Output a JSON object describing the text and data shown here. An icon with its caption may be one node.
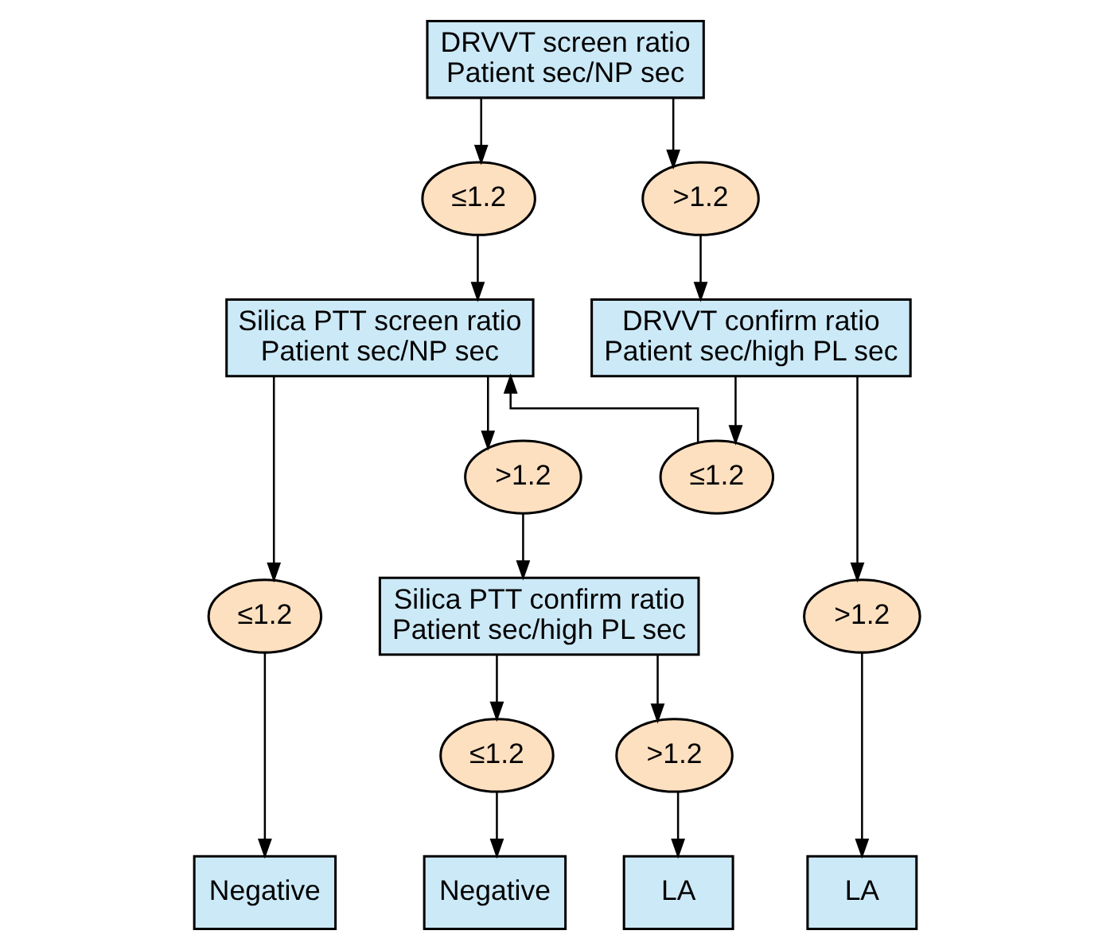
{
  "diagram": {
    "nodes": [
      {
        "text": [
          "DRVVT screen ratio",
          "Patient sec/NP sec"
        ]
      },
      {
        "text": [
          "≤1.2"
        ]
      },
      {
        "text": [
          ">1.2"
        ]
      },
      {
        "text": [
          "Silica PTT screen ratio",
          "Patient sec/NP sec"
        ]
      },
      {
        "text": [
          "≤1.2"
        ]
      },
      {
        "text": [
          ">1.2"
        ]
      },
      {
        "text": [
          "Silica PTT confirm ratio",
          "Patient sec/high PL sec"
        ]
      },
      {
        "text": [
          "DRVVT confirm ratio",
          "Patient sec/high PL sec"
        ]
      },
      {
        "text": [
          "≤1.2"
        ]
      },
      {
        "text": [
          ">1.2"
        ]
      },
      {
        "text": [
          "≤1.2"
        ]
      },
      {
        "text": [
          ">1.2"
        ]
      },
      {
        "text": [
          "Negative"
        ]
      },
      {
        "text": [
          "Negative"
        ]
      },
      {
        "text": [
          "LA"
        ]
      },
      {
        "text": [
          "LA"
        ]
      }
    ],
    "edges": [
      {
        "from": 0,
        "to": 1,
        "arrow": "to"
      },
      {
        "from": 0,
        "to": 2,
        "arrow": "to"
      },
      {
        "from": 1,
        "to": 3,
        "arrow": "to"
      },
      {
        "from": 2,
        "to": 7,
        "arrow": "to"
      },
      {
        "from": 3,
        "to": 4,
        "arrow": "to"
      },
      {
        "from": 3,
        "to": 5,
        "arrow": "to"
      },
      {
        "from": 5,
        "to": 6,
        "arrow": "to"
      },
      {
        "from": 4,
        "to": 12,
        "arrow": "to"
      },
      {
        "from": 6,
        "to": 8,
        "arrow": "to"
      },
      {
        "from": 6,
        "to": 9,
        "arrow": "to"
      },
      {
        "from": 8,
        "to": 13,
        "arrow": "to"
      },
      {
        "from": 9,
        "to": 14,
        "arrow": "to"
      },
      {
        "from": 7,
        "to": 10,
        "arrow": "to"
      },
      {
        "from": 7,
        "to": 11,
        "arrow": "to"
      },
      {
        "from": 10,
        "to": 3,
        "arrow": "to"
      },
      {
        "from": 11,
        "to": 15,
        "arrow": "to"
      }
    ]
  }
}
